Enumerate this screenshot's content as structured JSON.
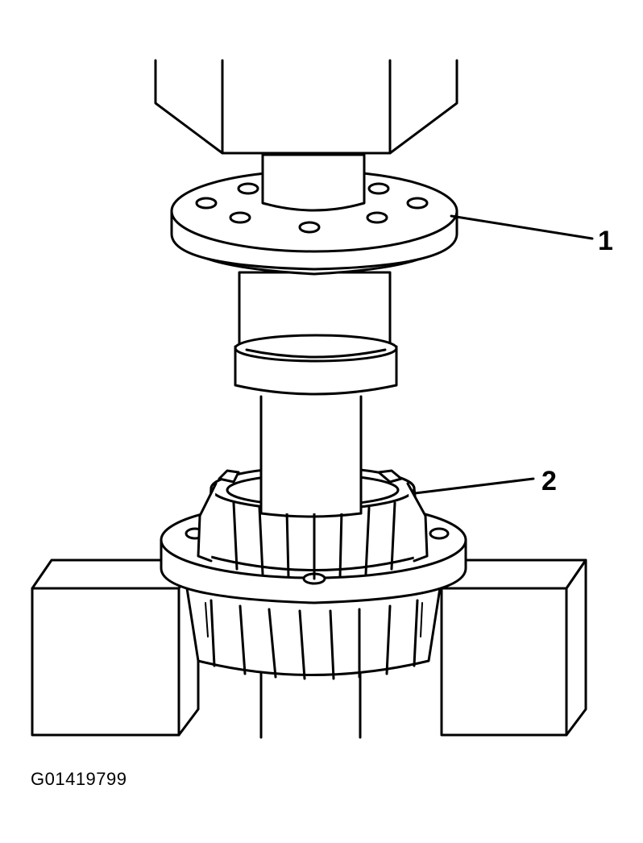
{
  "callouts": [
    {
      "label": "1"
    },
    {
      "label": "2"
    }
  ],
  "figure_id": "G01419799",
  "colors": {
    "line": "#000000",
    "fill": "#ffffff"
  }
}
